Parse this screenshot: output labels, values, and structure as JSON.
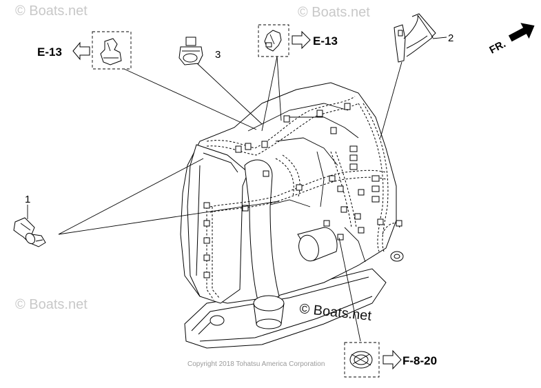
{
  "watermarks": {
    "top_left": "© Boats.net",
    "top_center": "© Boats.net",
    "bottom_left": "© Boats.net",
    "center": "© Boats.net"
  },
  "references": {
    "left_ref": "E-13",
    "center_ref": "E-13",
    "bottom_ref": "F-8-20"
  },
  "part_numbers": {
    "p1": "1",
    "p2": "2",
    "p3": "3"
  },
  "direction_label": "FR.",
  "copyright": "Copyright 2018 Tohatsu America Corporation"
}
